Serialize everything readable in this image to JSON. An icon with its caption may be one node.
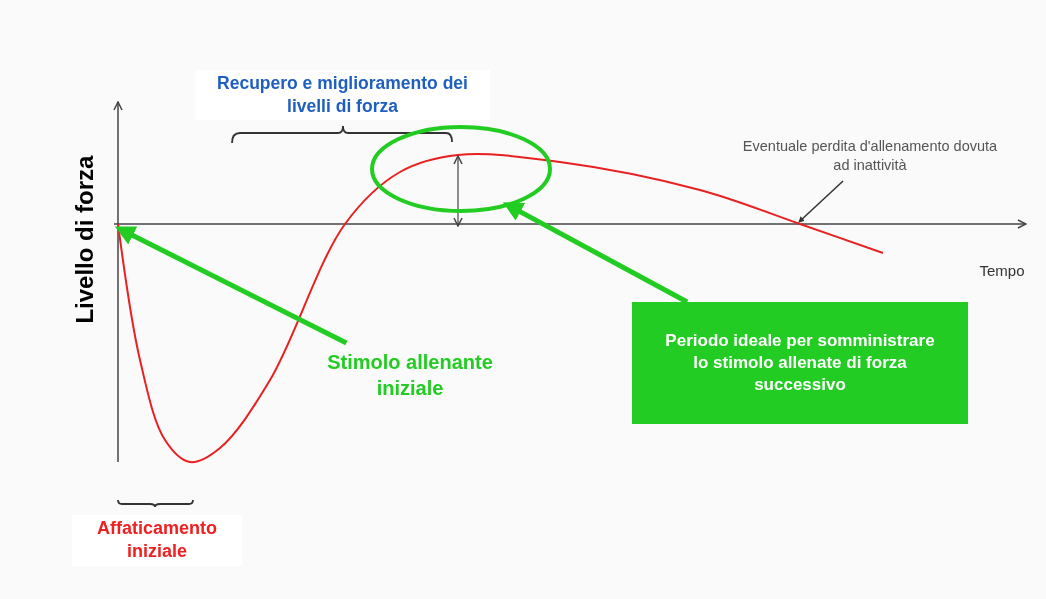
{
  "diagram": {
    "nodes": [
      {
        "text": [],
        "shape": "ellipse"
      },
      {
        "text": [
          "Eventuale perdita d'allenamento dovuta ad inattività"
        ]
      },
      {
        "text": [
          "Stimolo allenante iniziale"
        ]
      },
      {
        "text": [
          "Periodo ideale per somministrare lo stimolo allenate di forza successivo"
        ]
      }
    ],
    "edges": [
      {
        "from": 1,
        "to": null,
        "arrow": "to",
        "color": "#333333"
      },
      {
        "from": 2,
        "to": null,
        "arrow": "to",
        "color": "#22cc22"
      },
      {
        "from": 3,
        "to": 0,
        "arrow": "to",
        "color": "#22cc22"
      }
    ],
    "labels": [
      "Recupero e miglioramento dei livelli di forza",
      "Livello di forza",
      "Tempo",
      "Affaticamento iniziale"
    ]
  }
}
